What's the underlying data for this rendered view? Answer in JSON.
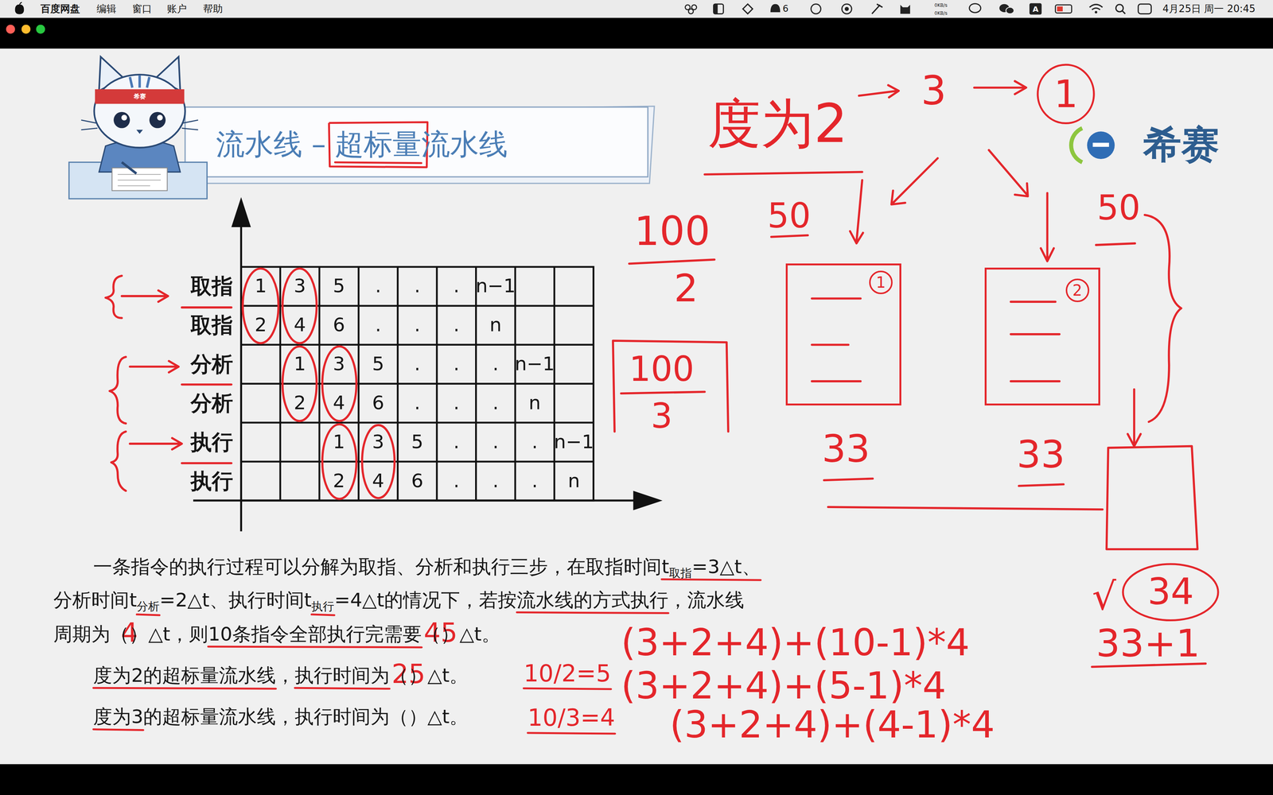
{
  "diagram": {
    "title": "流水线 – 超标量流水线",
    "nodes": [
      {
        "text": [
          "1"
        ]
      },
      {
        "text": [
          "1"
        ]
      },
      {
        "text": [
          "2"
        ]
      },
      {
        "text": [
          "34"
        ]
      }
    ],
    "labels": [
      "百度网盘",
      "编辑",
      "窗口",
      "账户",
      "帮助",
      "6",
      "0KB/s",
      "0KB/s",
      "A",
      "4月25日 周一 20:45",
      "希赛",
      "希赛",
      "度为2",
      "3",
      "100",
      "2",
      "50",
      "50",
      "100",
      "3",
      "33",
      "33",
      "√",
      "33+1",
      "取指",
      "取指",
      "分析",
      "分析",
      "执行",
      "执行",
      "1",
      "3",
      "5",
      ".",
      ".",
      ".",
      "n−1",
      "2",
      "4",
      "6",
      ".",
      ".",
      ".",
      "n",
      "1",
      "3",
      "5",
      ".",
      ".",
      ".",
      "n−1",
      "2",
      "4",
      "6",
      ".",
      ".",
      ".",
      "n",
      "1",
      "3",
      "5",
      ".",
      ".",
      ".",
      "n−1",
      "2",
      "4",
      "6",
      ".",
      ".",
      ".",
      "n",
      "一条指令的执行过程可以分解为取指、分析和执行三步，在取指时间t",
      "取指",
      "=3△t、",
      "分析时间t",
      "分析",
      "=2△t、执行时间t",
      "执行",
      "=4△t的情况下，若按流水线的方式执行，流水线",
      "周期为（）△t，则10条指令全部执行完需要（）△t。",
      "度为2的超标量流水线，执行时间为（）△t。",
      "度为3的超标量流水线，执行时间为（）△t。",
      "4",
      "45",
      "25",
      "(3+2+4)+(10-1)*4",
      "10/2=5",
      "(3+2+4)+(5-1)*4",
      "10/3=4",
      "(3+2+4)+(4-1)*4"
    ]
  }
}
